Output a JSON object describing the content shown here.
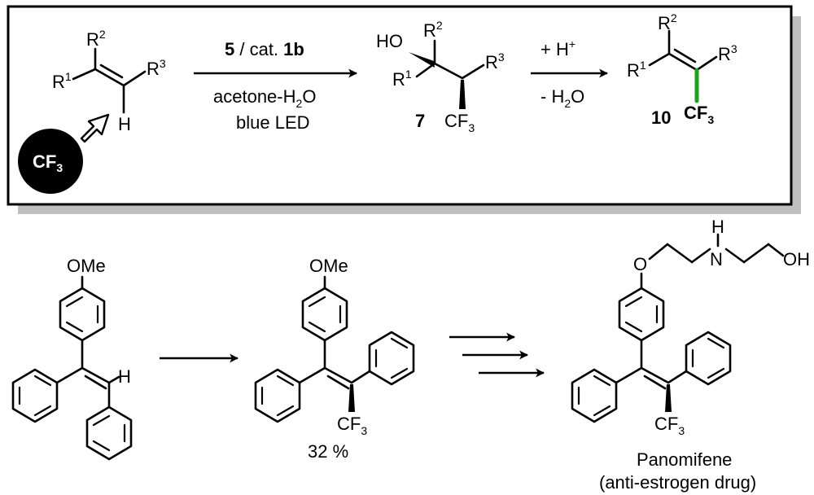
{
  "reaction_box": {
    "reagents_top": {
      "reagent": "5",
      "sep": " / cat. ",
      "catalyst": "1b"
    },
    "solvent": {
      "main": "acetone-H",
      "sub": "2",
      "tail": "O"
    },
    "light": "blue LED",
    "step2_top": {
      "main": "+ H",
      "sup": "+"
    },
    "step2_bottom": {
      "main": "- H",
      "sub": "2",
      "tail": "O"
    },
    "intermediate_label": "7",
    "product_label": "10",
    "cf3_badge": {
      "main": "CF",
      "sub": "3"
    },
    "alkene_labels": {
      "r1": "R",
      "r2": "R",
      "r3": "R",
      "h": "H",
      "sup1": "1",
      "sup2": "2",
      "sup3": "3"
    },
    "int_labels": {
      "ho": "HO",
      "r1": "R",
      "r2": "R",
      "r3": "R",
      "cf": "CF",
      "cf_sub": "3",
      "sup1": "1",
      "sup2": "2",
      "sup3": "3"
    },
    "prod_labels": {
      "r1": "R",
      "r2": "R",
      "r3": "R",
      "cf": "CF",
      "cf_sub": "3",
      "sup1": "1",
      "sup2": "2",
      "sup3": "3"
    }
  },
  "bottom_scheme": {
    "sm_labels": {
      "ome": "OMe",
      "h": "H"
    },
    "product_labels": {
      "ome": "OMe",
      "cf": "CF",
      "cf_sub": "3"
    },
    "yield": "32 %",
    "drug_labels": {
      "o": "O",
      "n": "N",
      "nh": "H",
      "oh": "OH",
      "cf": "CF",
      "cf_sub": "3"
    },
    "drug_name": "Panomifene",
    "drug_class": "(anti-estrogen drug)"
  },
  "colors": {
    "highlight_bond": "#1aa31a",
    "box_shadow": "#bfbfbf",
    "badge": "#000000"
  }
}
